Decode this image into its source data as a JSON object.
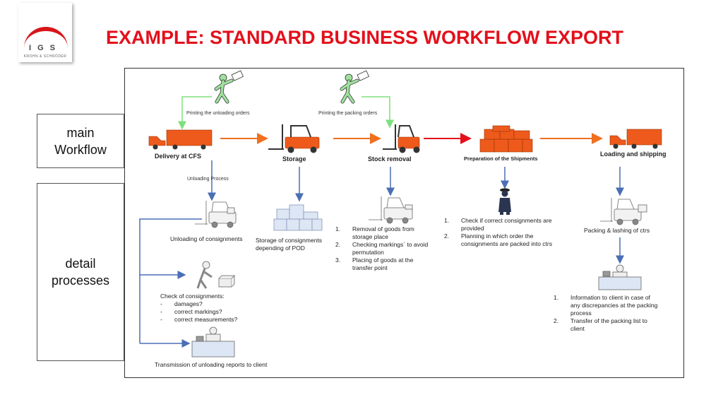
{
  "logo": {
    "letters": "IGS",
    "sub": "KROHN & SCHRÖDER"
  },
  "title": "EXAMPLE: STANDARD BUSINESS WORKFLOW EXPORT",
  "sidebar": {
    "main": [
      "main",
      "Workflow"
    ],
    "detail": [
      "detail",
      "processes"
    ]
  },
  "stages": {
    "delivery": "Delivery at CFS",
    "storage": "Storage",
    "stock_removal": "Stock removal",
    "preparation": "Preparation of the Shipments",
    "loading": "Loading and shipping"
  },
  "connectors": {
    "printing_unloading": "Printing the unloading orders",
    "printing_packing": "Printing the packing orders",
    "unloading_process": "Unloading Process"
  },
  "details": {
    "unloading": "Unloading of consignments",
    "check_title": "Check of consignments:",
    "check_items": [
      "damages?",
      "correct markings?",
      "correct measurements?"
    ],
    "transmission": "Transmission of  unloading reports to client",
    "storage": [
      "Storage of consignments",
      "depending of POD"
    ],
    "removal": [
      {
        "n": "1.",
        "text": [
          "Removal of goods from",
          "storage place"
        ]
      },
      {
        "n": "2.",
        "text": [
          "Checking markings` to avoid",
          "permutation"
        ]
      },
      {
        "n": "3.",
        "text": [
          "Placing  of goods at the",
          "transfer point"
        ]
      }
    ],
    "preparation": [
      {
        "n": "1.",
        "text": [
          "Check if correct consignments are",
          "provided"
        ]
      },
      {
        "n": "2.",
        "text": [
          "Planning in which order the",
          "consignments are packed into ctrs"
        ]
      }
    ],
    "packing": "Packing & lashing of ctrs",
    "client_info": [
      {
        "n": "1.",
        "text": [
          "Information to client in case  of",
          "any discrepancies at the packing",
          "process"
        ]
      },
      {
        "n": "2.",
        "text": [
          "Transfer of the packing list to",
          "client"
        ]
      }
    ]
  },
  "colors": {
    "title": "#e3101b",
    "arrow_orange": "#f07020",
    "arrow_red": "#e3101b",
    "arrow_green": "#7ee07e",
    "arrow_blue": "#4a6fb5",
    "icon_orange": "#ee5a1c",
    "person_green": "#9ee29e"
  }
}
